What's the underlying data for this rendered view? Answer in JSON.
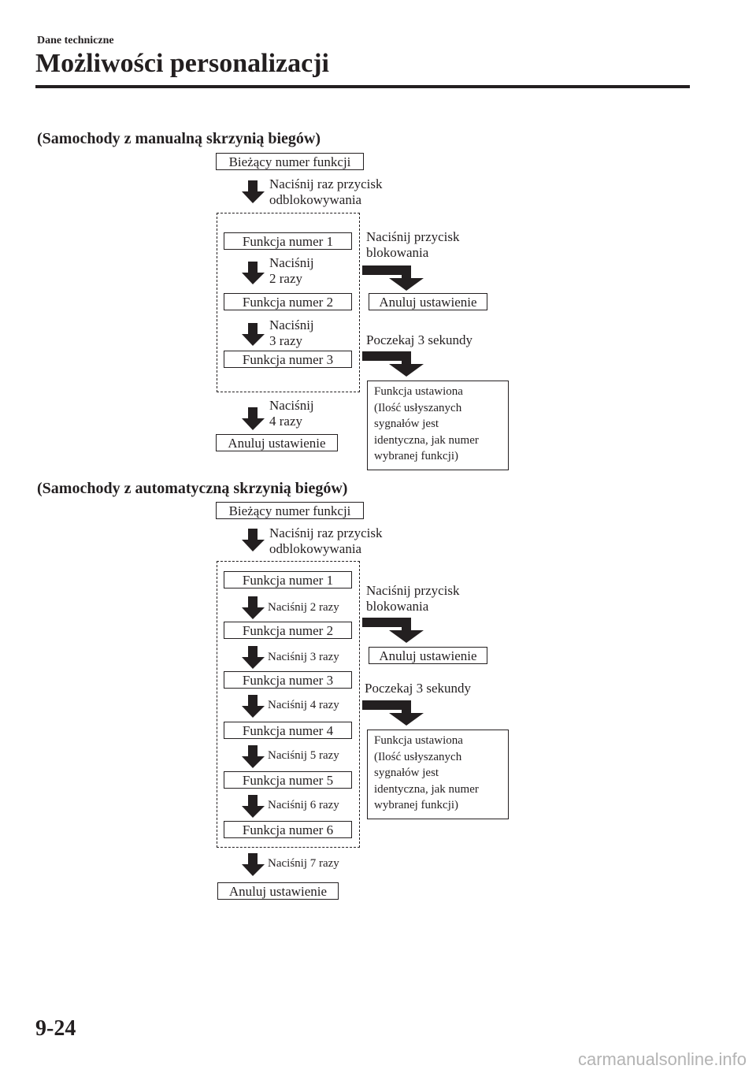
{
  "header": {
    "section": "Dane techniczne",
    "title": "Możliwości personalizacji"
  },
  "manual": {
    "title": "(Samochody z manualną skrzynią biegów)",
    "current": "Bieżący numer funkcji",
    "press_once": [
      "Naciśnij raz przycisk",
      "odblokowywania"
    ],
    "f1": "Funkcja numer 1",
    "f2": "Funkcja numer 2",
    "f3": "Funkcja numer 3",
    "press2": [
      "Naciśnij",
      "2 razy"
    ],
    "press3": [
      "Naciśnij",
      "3 razy"
    ],
    "press4": [
      "Naciśnij",
      "4 razy"
    ],
    "cancel": "Anuluj ustawienie",
    "lock": [
      "Naciśnij przycisk",
      "blokowania"
    ],
    "cancel_right": "Anuluj ustawienie",
    "wait": "Poczekaj 3 sekundy",
    "set_note": [
      "Funkcja ustawiona",
      "(Ilość usłyszanych",
      "sygnałów jest",
      "identyczna, jak numer",
      "wybranej funkcji)"
    ]
  },
  "auto": {
    "title": "(Samochody z automatyczną skrzynią biegów)",
    "current": "Bieżący numer funkcji",
    "press_once": [
      "Naciśnij raz przycisk",
      "odblokowywania"
    ],
    "functions": [
      "Funkcja numer 1",
      "Funkcja numer 2",
      "Funkcja numer 3",
      "Funkcja numer 4",
      "Funkcja numer 5",
      "Funkcja numer 6"
    ],
    "presses": [
      "Naciśnij 2 razy",
      "Naciśnij 3 razy",
      "Naciśnij 4 razy",
      "Naciśnij 5 razy",
      "Naciśnij 6 razy",
      "Naciśnij 7 razy"
    ],
    "cancel": "Anuluj ustawienie",
    "lock": [
      "Naciśnij przycisk",
      "blokowania"
    ],
    "cancel_right": "Anuluj ustawienie",
    "wait": "Poczekaj 3 sekundy",
    "set_note": [
      "Funkcja ustawiona",
      "(Ilość usłyszanych",
      "sygnałów jest",
      "identyczna, jak numer",
      "wybranej funkcji)"
    ]
  },
  "footer": {
    "page_number": "9-24",
    "watermark": "carmanualsonline.info"
  },
  "icons": {
    "down": "down-arrow-icon",
    "bent": "bent-arrow-icon"
  }
}
